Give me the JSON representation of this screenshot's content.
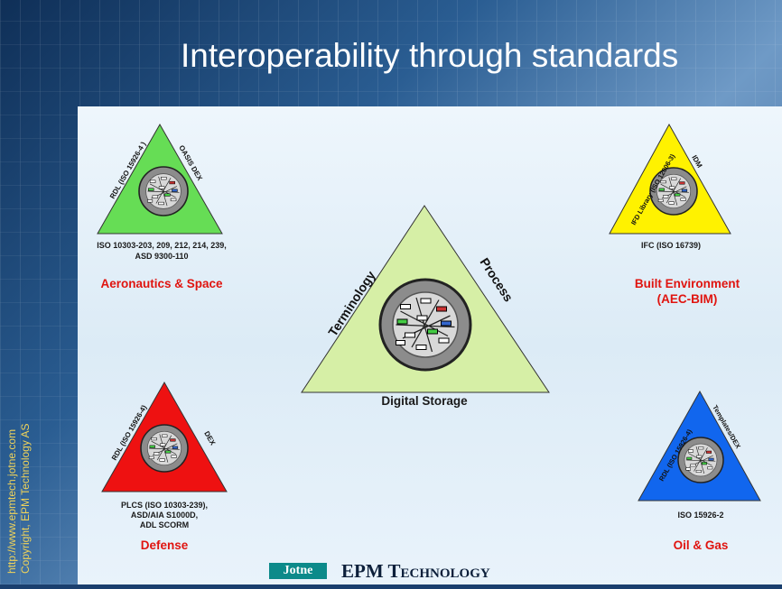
{
  "slide": {
    "title": "Interoperability through standards",
    "copyright_line1": "http://www.epmtech.jotne.com",
    "copyright_line2": "Copyright, EPM Technology AS"
  },
  "center": {
    "left_label": "Terminology",
    "right_label": "Process",
    "bottom_label": "Digital Storage",
    "color": "#d6efa6"
  },
  "domains": {
    "aeronautics": {
      "color": "#66dd55",
      "left_label": "RDL (ISO 15926-4 )",
      "right_label": "OASIS DEX",
      "standards_line1": "ISO 10303-203, 209, 212, 214, 239,",
      "standards_line2": "ASD 9300-110",
      "name": "Aeronautics & Space"
    },
    "built": {
      "color": "#fff200",
      "left_label": "IFD Library (ISO 12006-3)",
      "right_label": "IDM",
      "standards_line1": "IFC (ISO 16739)",
      "name_line1": "Built Environment",
      "name_line2": "(AEC-BIM)"
    },
    "defense": {
      "color": "#ee1111",
      "left_label": "RDL (ISO 15926-4)",
      "right_label": "DEX",
      "standards_line1": "PLCS (ISO 10303-239),",
      "standards_line2": "ASD/AIA S1000D,",
      "standards_line3": "ADL SCORM",
      "name": "Defense"
    },
    "oilgas": {
      "color": "#1166ee",
      "left_label": "RDL (ISO 15926-4)",
      "right_label": "Templates/DEX",
      "standards_line1": "ISO 15926-2",
      "name": "Oil & Gas"
    }
  },
  "footer": {
    "logo_box": "Jotne",
    "logo_text": "EPM Technology"
  }
}
